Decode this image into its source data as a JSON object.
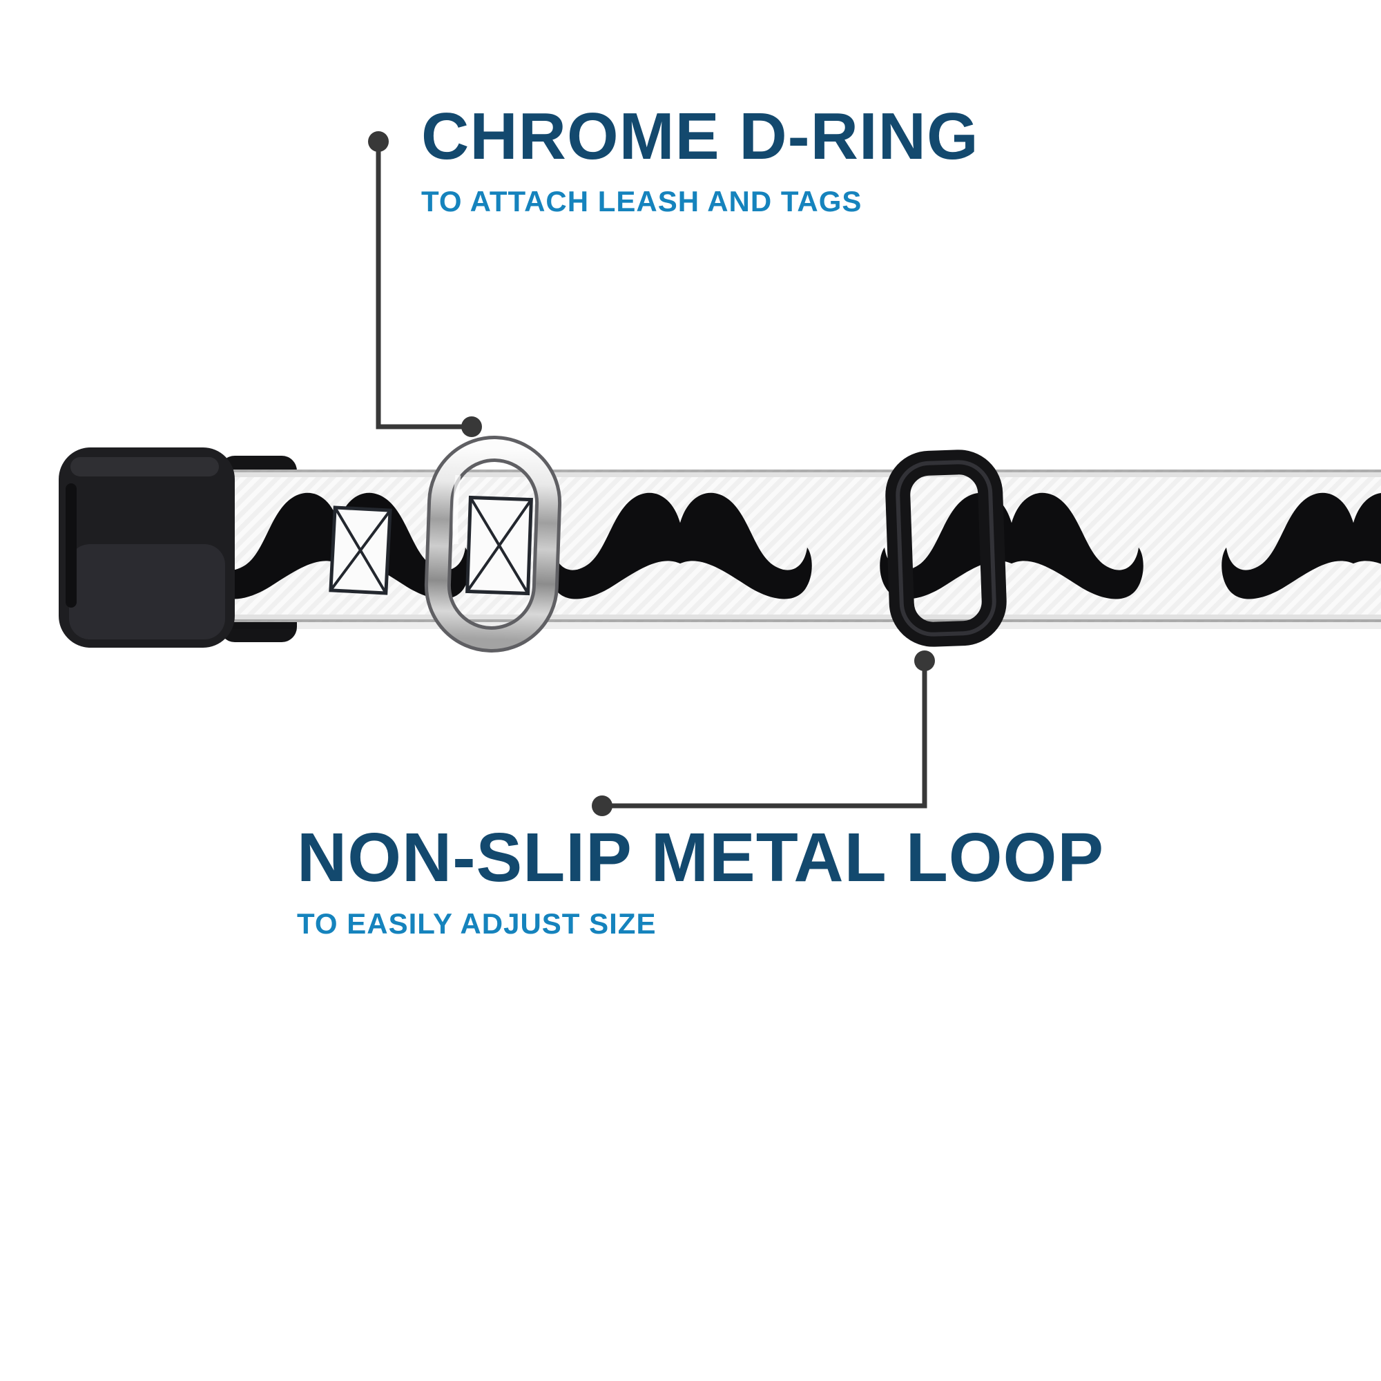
{
  "callouts": {
    "top": {
      "title": "CHROME D-RING",
      "subtitle": "TO ATTACH LEASH AND TAGS"
    },
    "bottom": {
      "title": "NON-SLIP METAL LOOP",
      "subtitle": "TO EASILY ADJUST SIZE"
    }
  },
  "colors": {
    "background": "#ffffff",
    "title_blue": "#13496e",
    "subtitle_blue": "#1583bd",
    "callout_line": "#383838",
    "strap_white": "#fafafa",
    "pattern_black": "#0d0d0f",
    "plastic_black": "#1e1e21",
    "chrome_light": "#f4f4f4",
    "chrome_dark": "#8c8c8c"
  },
  "product_parts": {
    "buckle": "side-release-buckle",
    "ring": "chrome-d-ring",
    "slider": "non-slip-metal-loop",
    "strap": "mustache-pattern-webbing"
  }
}
